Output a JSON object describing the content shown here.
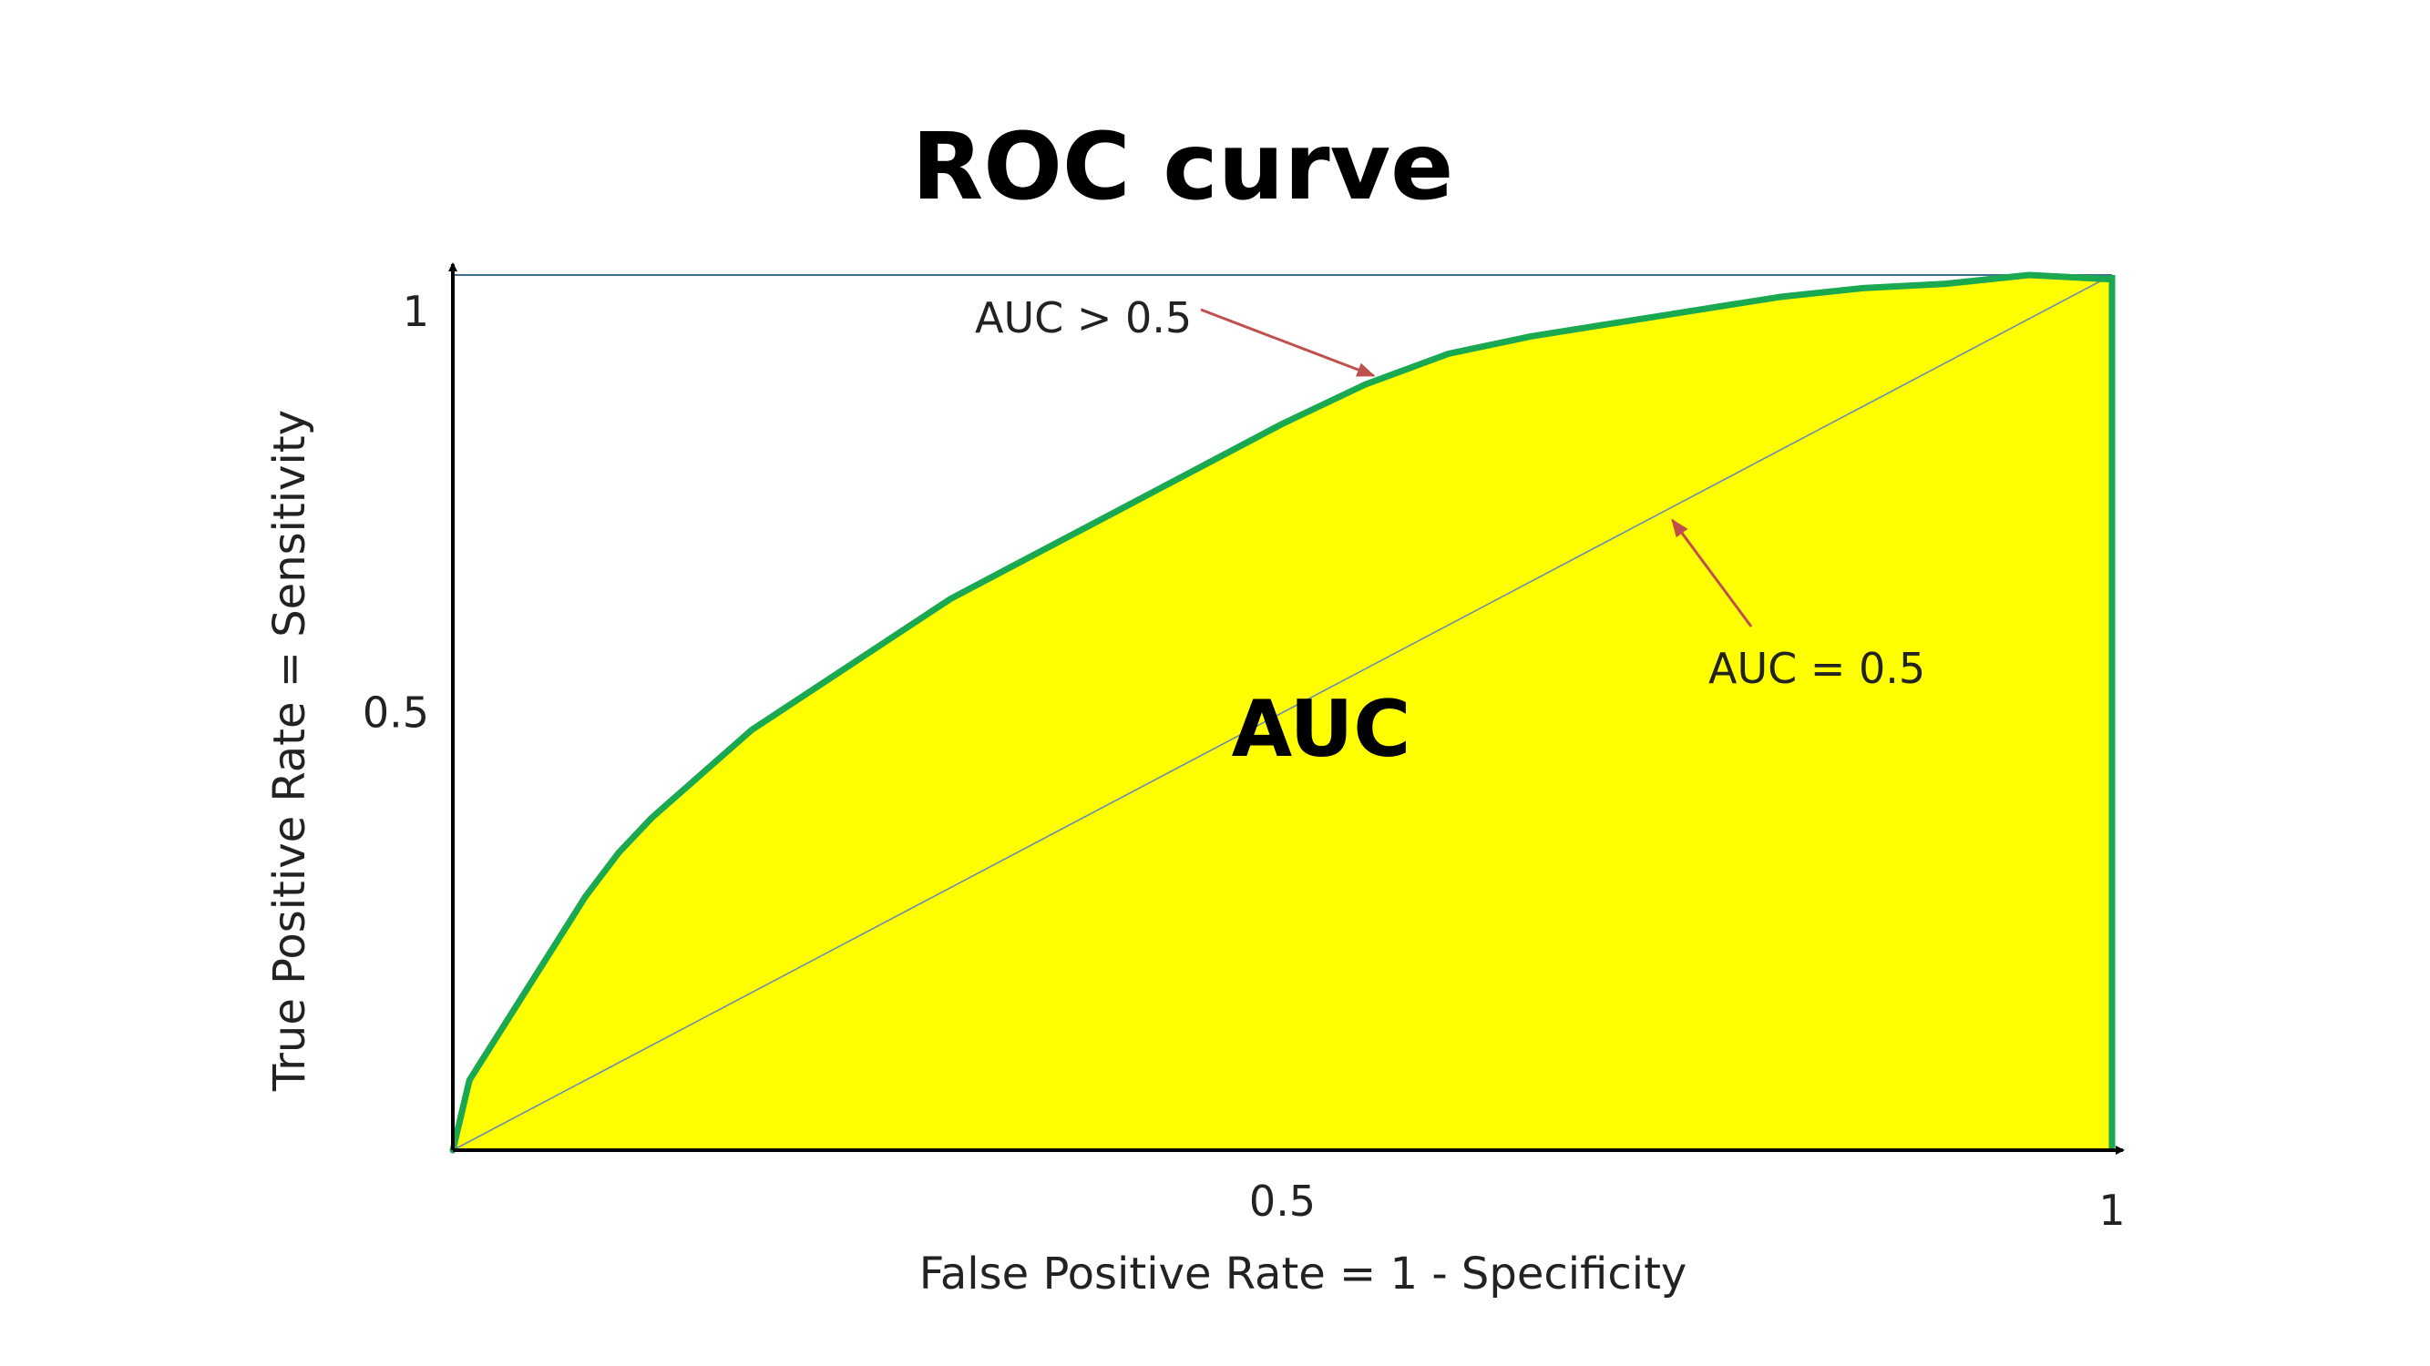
{
  "chart_data": {
    "type": "area",
    "title": "ROC curve",
    "xlabel": "False Positive Rate = 1 - Specificity",
    "ylabel": "True Positive Rate = Sensitivity",
    "xlim": [
      0,
      1
    ],
    "ylim": [
      0,
      1
    ],
    "x_ticks": [
      {
        "value": 0.5,
        "label": "0.5"
      },
      {
        "value": 1,
        "label": "1"
      }
    ],
    "y_ticks": [
      {
        "value": 0.5,
        "label": "0.5"
      },
      {
        "value": 1,
        "label": "1"
      }
    ],
    "grid": false,
    "center_label": "AUC",
    "series": [
      {
        "role": "roc-curve",
        "color": "#1aa850",
        "fill": "#ffff00",
        "x": [
          0,
          0.01,
          0.02,
          0.04,
          0.06,
          0.08,
          0.1,
          0.12,
          0.15,
          0.18,
          0.22,
          0.26,
          0.3,
          0.35,
          0.4,
          0.45,
          0.5,
          0.55,
          0.6,
          0.65,
          0.7,
          0.75,
          0.8,
          0.85,
          0.9,
          0.95,
          1.0
        ],
        "y": [
          0,
          0.08,
          0.11,
          0.17,
          0.23,
          0.29,
          0.34,
          0.38,
          0.43,
          0.48,
          0.53,
          0.58,
          0.63,
          0.68,
          0.73,
          0.78,
          0.83,
          0.875,
          0.91,
          0.93,
          0.945,
          0.96,
          0.975,
          0.985,
          0.99,
          1.0,
          0.995
        ]
      },
      {
        "role": "diagonal",
        "color": "#6a8ab0",
        "x": [
          0,
          1
        ],
        "y": [
          0,
          1
        ]
      }
    ],
    "annotations": [
      {
        "text": "AUC  >  0.5",
        "arrow_to": {
          "x": 0.555,
          "y": 0.885
        }
      },
      {
        "text": "AUC  =  0.5",
        "arrow_to": {
          "x": 0.735,
          "y": 0.72
        }
      }
    ],
    "colors": {
      "axis": "#000000",
      "top_border": "#3f6f8f",
      "arrow": "#c0504d"
    }
  }
}
